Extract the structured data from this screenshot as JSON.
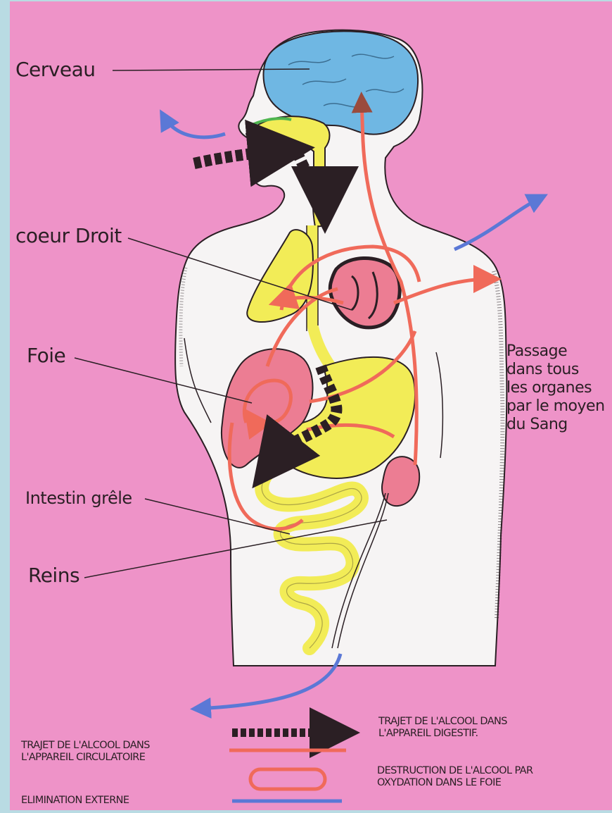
{
  "labels": {
    "cerveau": "Cerveau",
    "coeur": "coeur Droit",
    "foie": "Foie",
    "intestin": "Intestin grêle",
    "reins": "Reins",
    "passage": [
      "Passage",
      "dans tous",
      "les organes",
      "par le moyen",
      "du Sang"
    ]
  },
  "legend": {
    "digestif": [
      "TRAJET DE L'ALCOOL DANS",
      "L'APPAREIL DIGESTIF."
    ],
    "circulatoire": [
      "TRAJET DE L'ALCOOL DANS",
      "L'APPAREIL CIRCULATOIRE"
    ],
    "oxydation": [
      "DESTRUCTION DE L'ALCOOL PAR",
      "OXYDATION DANS LE FOIE"
    ],
    "elimination": "ELIMINATION EXTERNE"
  },
  "colors": {
    "background_pink": "#ee93c8",
    "frame": "#b9dbe3",
    "body": "#f6f4f4",
    "brain": "#6fb7e3",
    "digestive": "#f2ec57",
    "blood": "#f06a5a",
    "organ": "#ec7d93",
    "elimination": "#5b78d6",
    "digestive_path": "#2b1f24"
  }
}
